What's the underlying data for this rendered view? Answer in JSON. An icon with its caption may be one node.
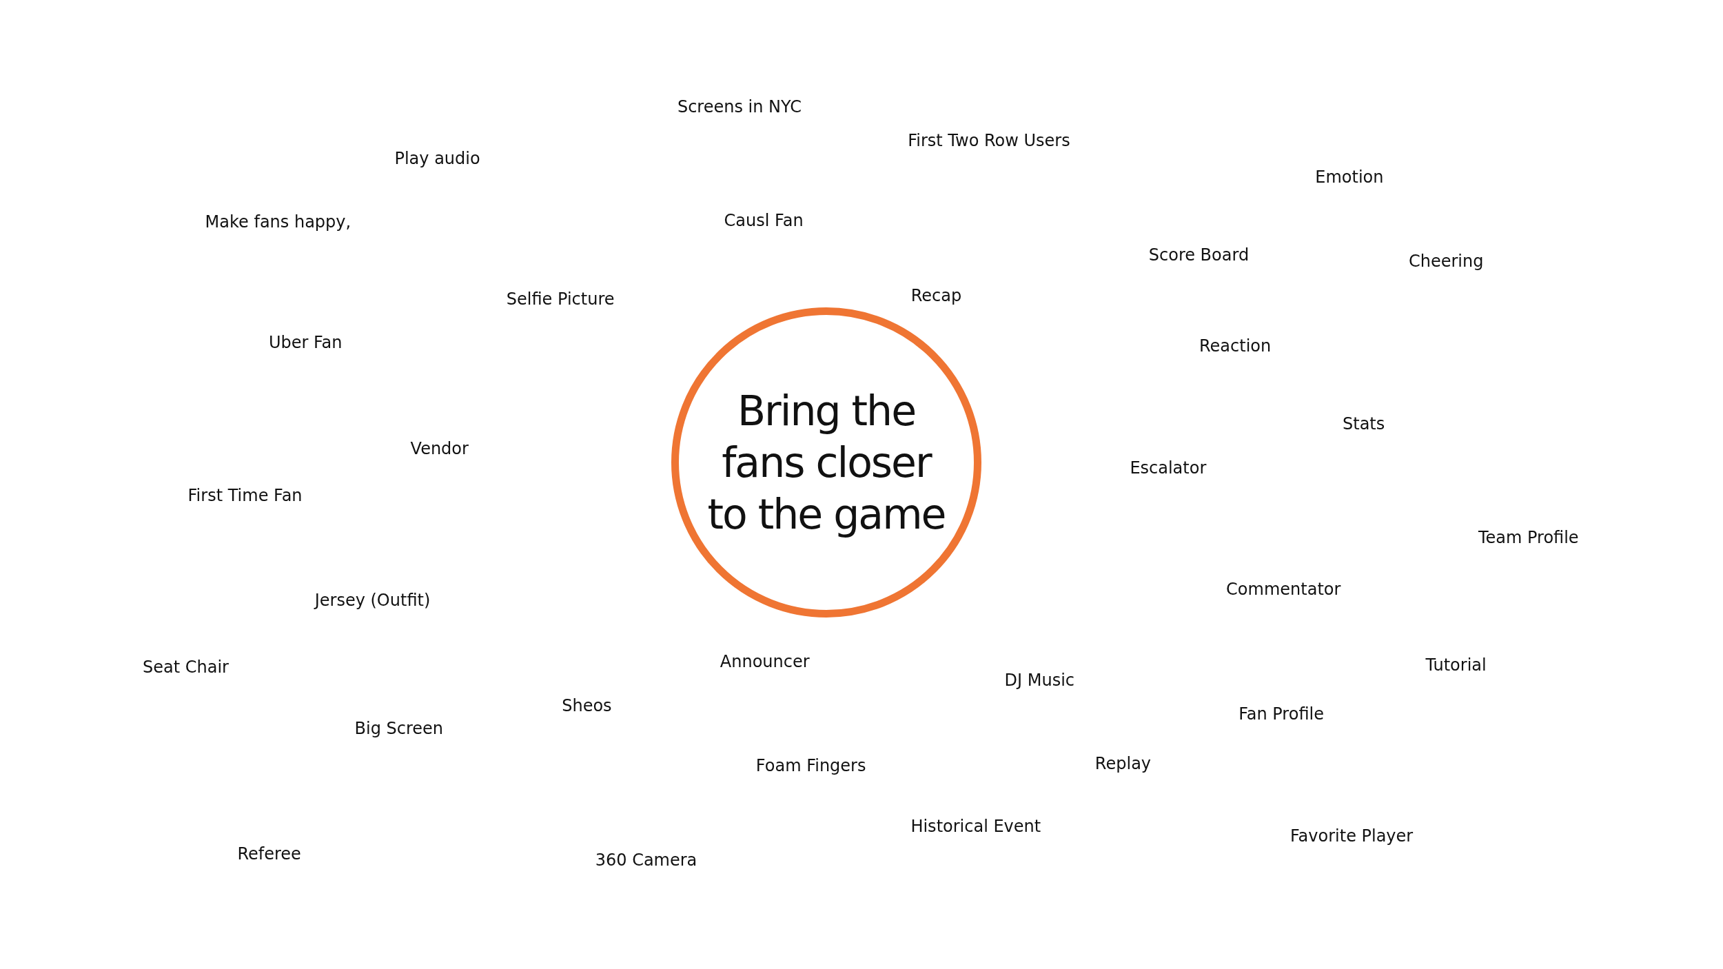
{
  "diagram": {
    "nodes": [
      {
        "text": [
          "Bring the fans closer to the game"
        ]
      }
    ],
    "labels": [
      "Screens in NYC",
      "Play audio",
      "First Two Row Users",
      "Emotion",
      "Make fans happy,",
      "Causl Fan",
      "Score Board",
      "Cheering",
      "Selfie Picture",
      "Recap",
      "Uber Fan",
      "Reaction",
      "Stats",
      "Vendor",
      "Escalator",
      "First Time Fan",
      "Team Profile",
      "Commentator",
      "Jersey (Outfit)",
      "Seat Chair",
      "Announcer",
      "Tutorial",
      "DJ Music",
      "Sheos",
      "Fan Profile",
      "Big Screen",
      "Foam Fingers",
      "Replay",
      "Historical Event",
      "Favorite Player",
      "Referee",
      "360 Camera"
    ]
  }
}
